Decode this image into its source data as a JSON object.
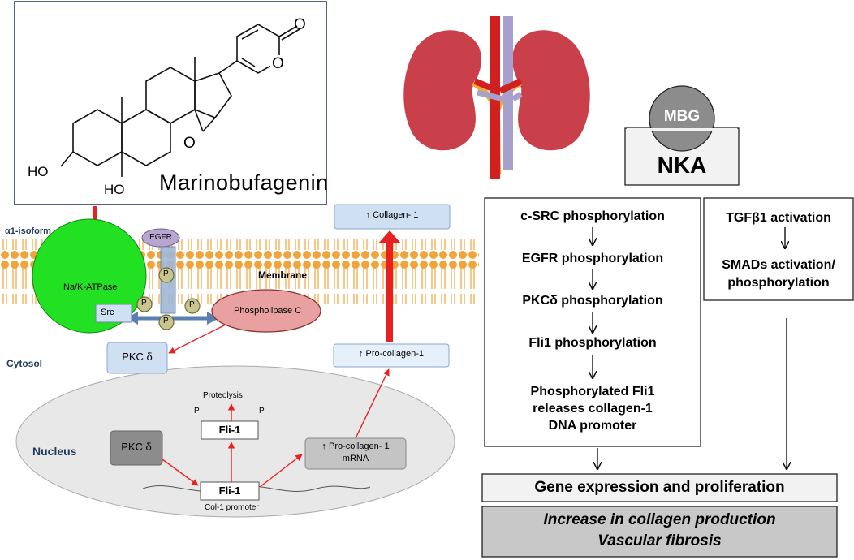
{
  "molecule": {
    "name": "Marinobufagenin",
    "atoms": {
      "oxygen_ketone": "O",
      "oxygen_ring": "O",
      "epoxide_o": "O",
      "ho_left": "HO",
      "ho_bottom": "HO"
    }
  },
  "membrane": {
    "isoform_label": "α1-isoform",
    "membrane_label": "Membrane",
    "cytosol_label": "Cytosol",
    "nka_label": "Na/K-ATPase",
    "egfr_label": "EGFR",
    "src_label": "Src",
    "plc_label": "Phospholipase C",
    "p": "P",
    "pkc_cytosol": "PKC δ",
    "procollagen": "↑ Pro-collagen-1",
    "collagen": "↑ Collagen- 1"
  },
  "nucleus": {
    "label": "Nucleus",
    "pkc": "PKC δ",
    "proteolysis": "Proteolysis",
    "fli_top": "Fli-1",
    "fli_bottom": "Fli-1",
    "promoter": "Col-1 promoter",
    "mrna_line1": "↑ Pro-collagen- 1",
    "mrna_line2": "mRNA"
  },
  "right": {
    "mbg": "MBG",
    "nka": "NKA",
    "pathway1": [
      "c-SRC phosphorylation",
      "EGFR phosphorylation",
      "PKCδ phosphorylation",
      "Fli1 phosphorylation",
      "Phosphorylated Fli1",
      "releases collagen-1",
      "DNA promoter"
    ],
    "pathway2": [
      "TGFβ1 activation",
      "SMADs activation/",
      "phosphorylation"
    ],
    "gene": "Gene expression and proliferation",
    "outcome1": "Increase in collagen production",
    "outcome2": "Vascular fibrosis"
  },
  "colors": {
    "nka": "#22e022",
    "arrow": "#e82020",
    "membrane": "#f2a33a",
    "plc": "#e8a0a0",
    "box_blue": "#cfe0f3",
    "nucleus": "#e8e8e8",
    "kidney": "#c9404a"
  }
}
